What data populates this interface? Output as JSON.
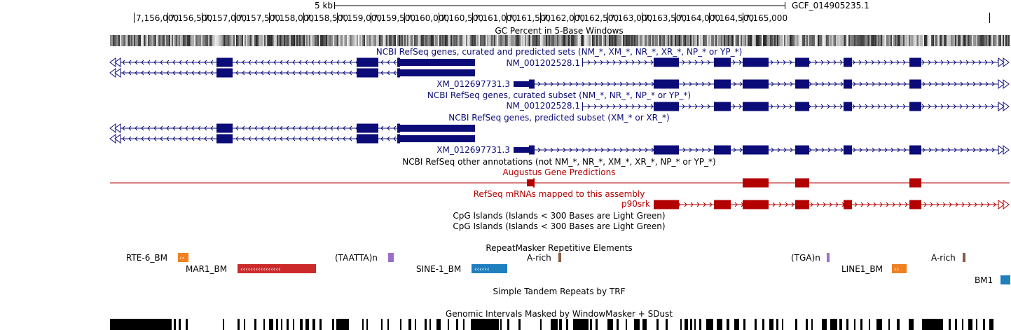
{
  "ruler": {
    "scale_label": "5 kb",
    "assembly": "GCF_014905235.1",
    "ticks": [
      "7,156,000",
      "7,156,500",
      "7,157,000",
      "7,157,500",
      "7,158,000",
      "7,158,500",
      "7,159,000",
      "7,159,500",
      "7,160,000",
      "7,160,500",
      "7,161,000",
      "7,161,500",
      "7,162,000",
      "7,162,500",
      "7,163,000",
      "7,163,500",
      "7,164,000",
      "7,164,500",
      "7,165,000"
    ]
  },
  "tracks": {
    "gc_percent": {
      "title": "GC Percent in 5-Base Windows"
    },
    "refseq_all": {
      "title": "NCBI RefSeq genes, curated and predicted sets (NM_*, XM_*, NR_*, XR_*, NP_* or YP_*)",
      "label1": "NM_001202528.1",
      "label2": "XM_012697731.3",
      "color": "#0c0c78"
    },
    "refseq_curated": {
      "title": "NCBI RefSeq genes, curated subset (NM_*, NR_*, NP_* or YP_*)",
      "label1": "NM_001202528.1"
    },
    "refseq_predicted": {
      "title": "NCBI RefSeq genes, predicted subset (XM_* or XR_*)",
      "label1": "XM_012697731.3"
    },
    "refseq_other": {
      "title": "NCBI RefSeq other annotations (not NM_*, NR_*, XM_*, XR_*, NP_* or YP_*)"
    },
    "augustus": {
      "title": "Augustus Gene Predictions",
      "color": "#b30000"
    },
    "refseq_mrna": {
      "title": "RefSeq mRNAs mapped to this assembly",
      "label1": "p90srk"
    },
    "cpg1": {
      "title": "CpG Islands (Islands < 300 Bases are Light Green)"
    },
    "cpg2": {
      "title": "CpG Islands (Islands < 300 Bases are Light Green)"
    },
    "repeatmasker": {
      "title": "RepeatMasker Repetitive Elements",
      "labels": {
        "rte6": "RTE-6_BM",
        "mar1": "MAR1_BM",
        "taatta": "(TAATTA)n",
        "sine1": "SINE-1_BM",
        "arich1": "A-rich",
        "tga": "(TGA)n",
        "line1": "LINE1_BM",
        "arich2": "A-rich",
        "bm1": "BM1"
      }
    },
    "trf": {
      "title": "Simple Tandem Repeats by TRF"
    },
    "windowmasker": {
      "title": "Genomic Intervals Masked by WindowMasker + SDust"
    }
  }
}
